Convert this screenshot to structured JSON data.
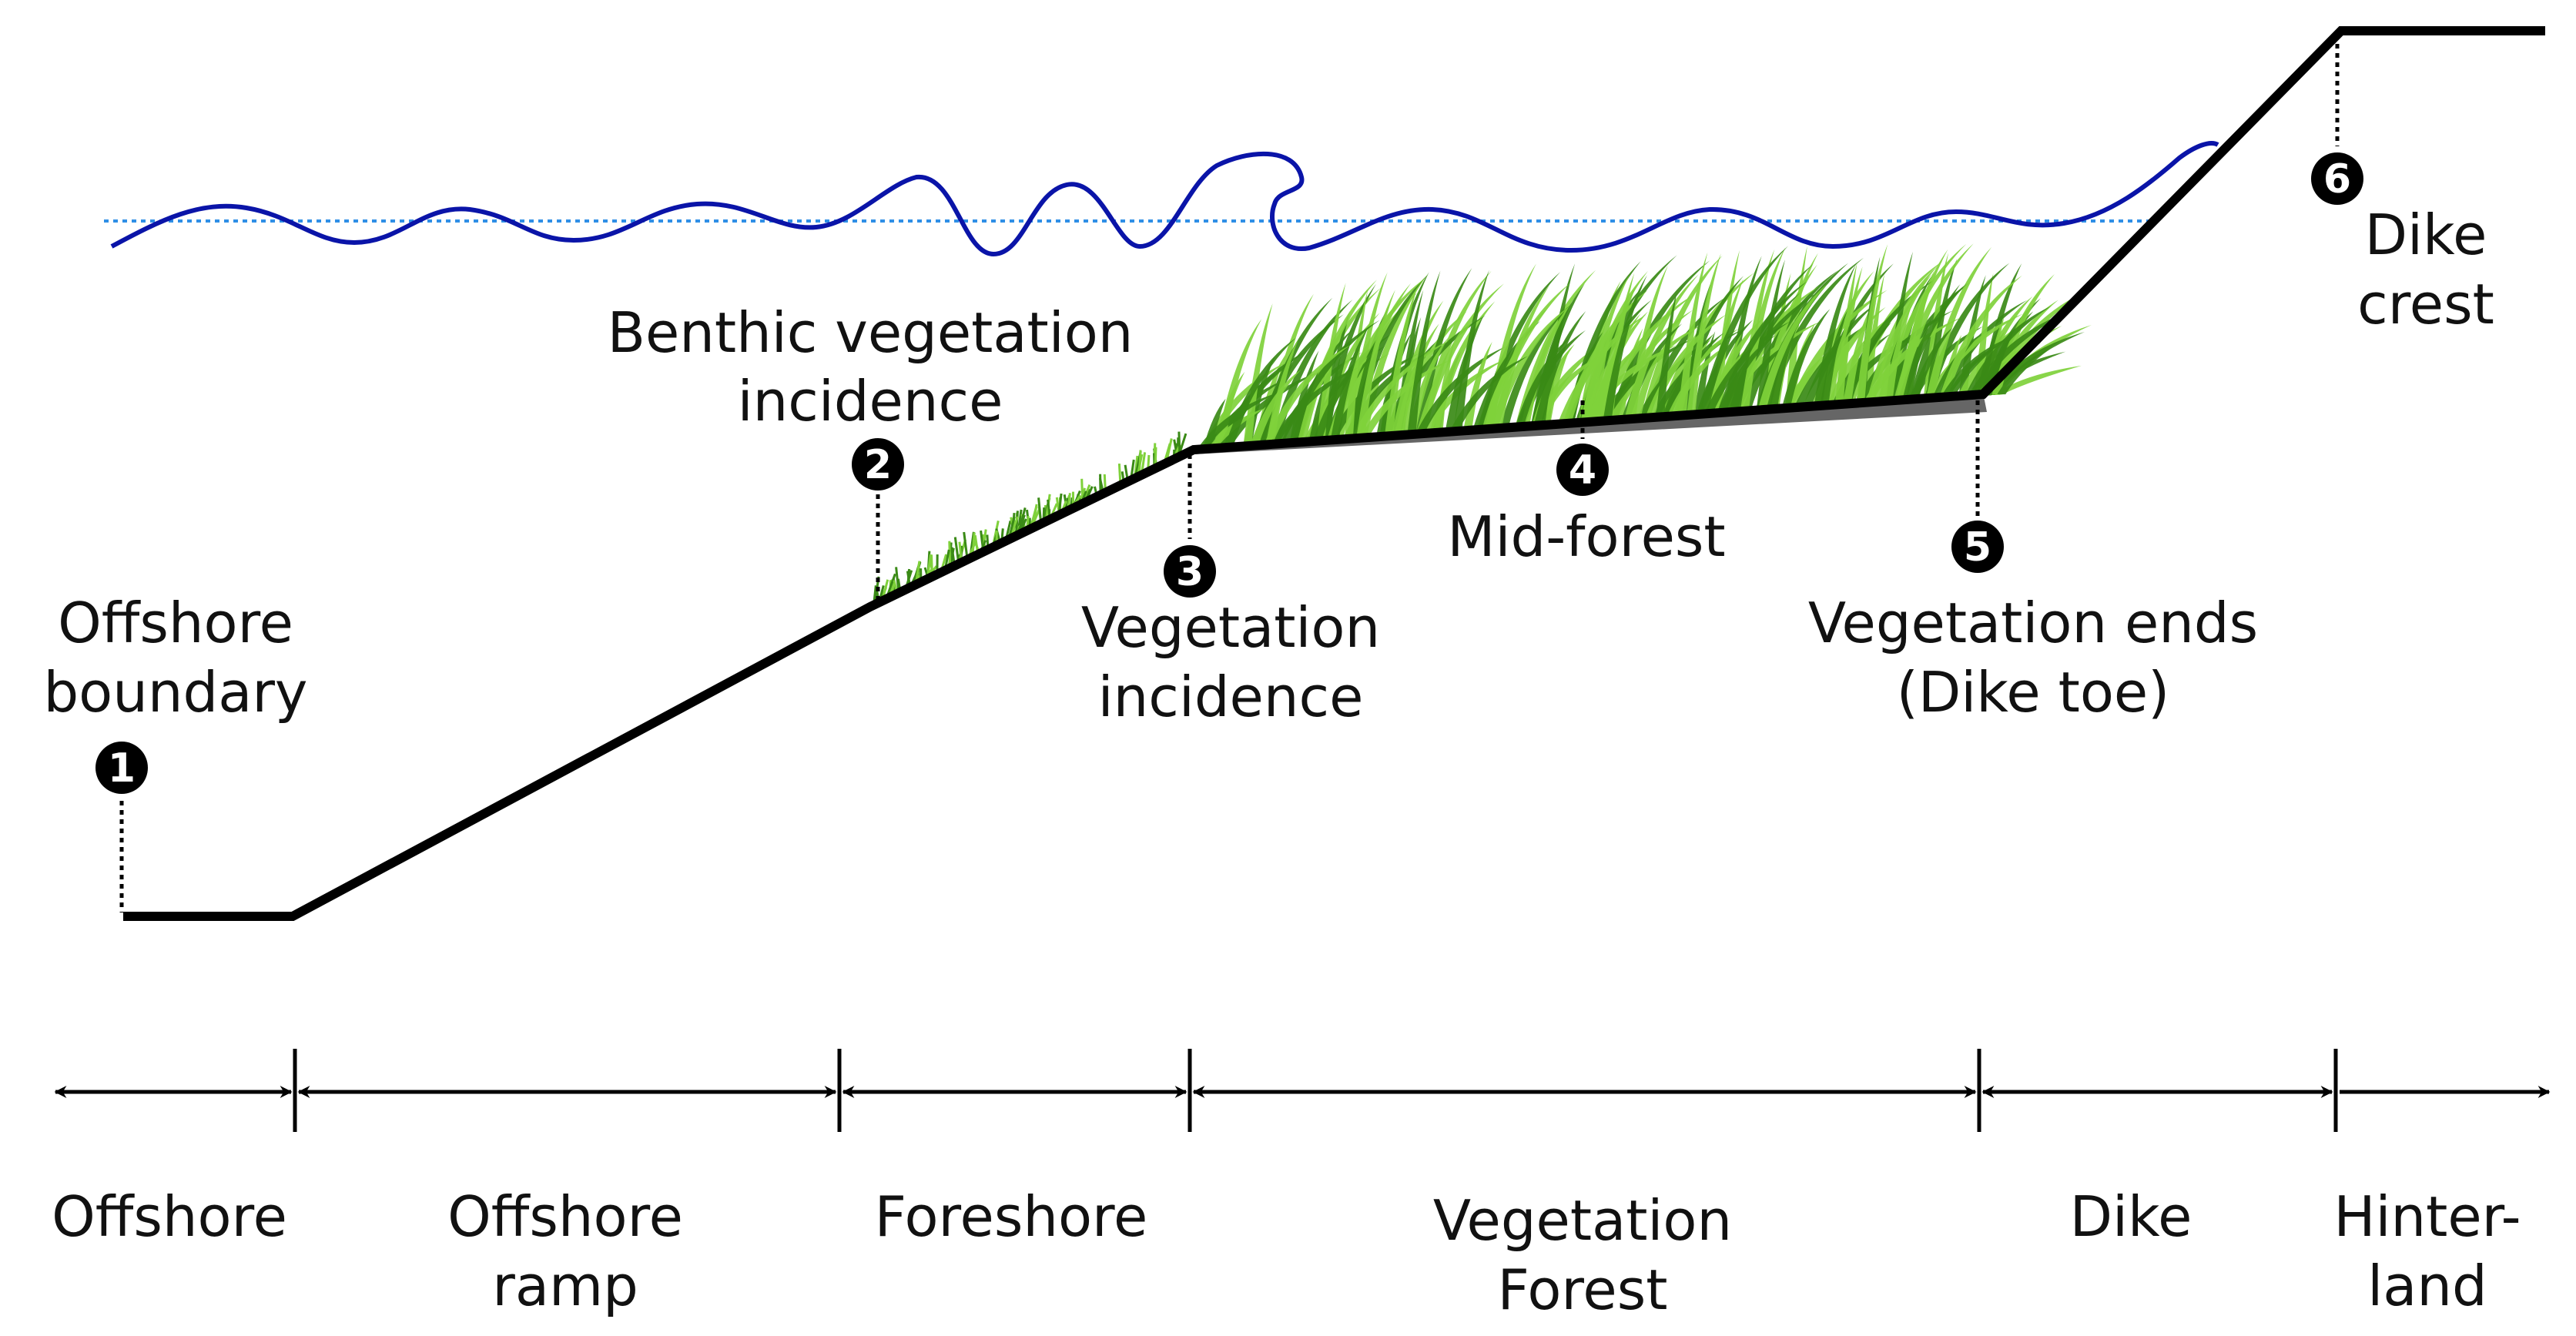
{
  "colors": {
    "ground": "#000000",
    "wave": "#0a14a8",
    "still_water": "#2f8fe6",
    "grass_light": "#7fd13b",
    "grass_dark": "#3a8a16",
    "marker_fill": "#000000",
    "text": "#111111"
  },
  "points": [
    {
      "number": "1",
      "label_lines": [
        "Offshore",
        "boundary"
      ]
    },
    {
      "number": "2",
      "label_lines": [
        "Benthic vegetation",
        "incidence"
      ]
    },
    {
      "number": "3",
      "label_lines": [
        "Vegetation",
        "incidence"
      ]
    },
    {
      "number": "4",
      "label_lines": [
        "Mid-forest"
      ]
    },
    {
      "number": "5",
      "label_lines": [
        "Vegetation ends",
        "(Dike toe)"
      ]
    },
    {
      "number": "6",
      "label_lines": [
        "Dike",
        "crest"
      ]
    }
  ],
  "zones": [
    {
      "label_lines": [
        "Offshore"
      ]
    },
    {
      "label_lines": [
        "Offshore",
        "ramp"
      ]
    },
    {
      "label_lines": [
        "Foreshore"
      ]
    },
    {
      "label_lines": [
        "Vegetation",
        "Forest"
      ]
    },
    {
      "label_lines": [
        "Dike"
      ]
    },
    {
      "label_lines": [
        "Hinter-",
        "land"
      ]
    }
  ]
}
